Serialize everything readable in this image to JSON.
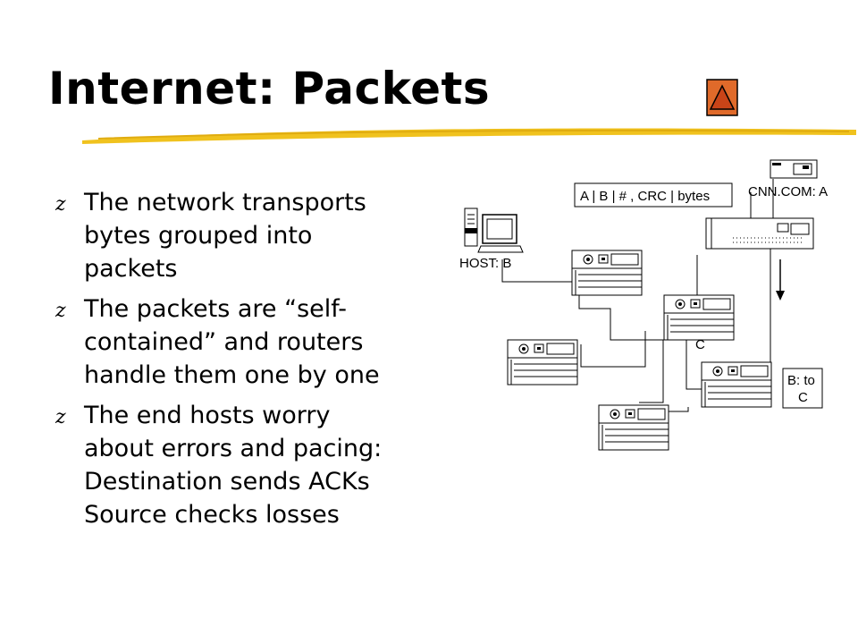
{
  "slide": {
    "title": "Internet: Packets",
    "accent_swoosh_color": "#f0c21e",
    "nav_button": {
      "icon": "up-triangle-icon",
      "fill": "#e06a2a"
    }
  },
  "bullets": [
    {
      "icon": "z-bullet-icon",
      "glyph": "z",
      "text": "The network transports\nbytes grouped into\npackets"
    },
    {
      "icon": "z-bullet-icon",
      "glyph": "z",
      "text": "The packets are “self-\ncontained” and routers\nhandle them one by one"
    },
    {
      "icon": "z-bullet-icon",
      "glyph": "z",
      "text": "The end hosts worry\nabout errors and pacing:\nDestination sends ACKs\nSource checks losses"
    }
  ],
  "diagram": {
    "packet_format_label": "A | B | # , CRC | bytes",
    "source_host_label": "HOST: B",
    "server_label": "CNN.COM: A",
    "router_c_label": "C",
    "routing_note_line1": "B: to",
    "routing_note_line2": "C"
  }
}
